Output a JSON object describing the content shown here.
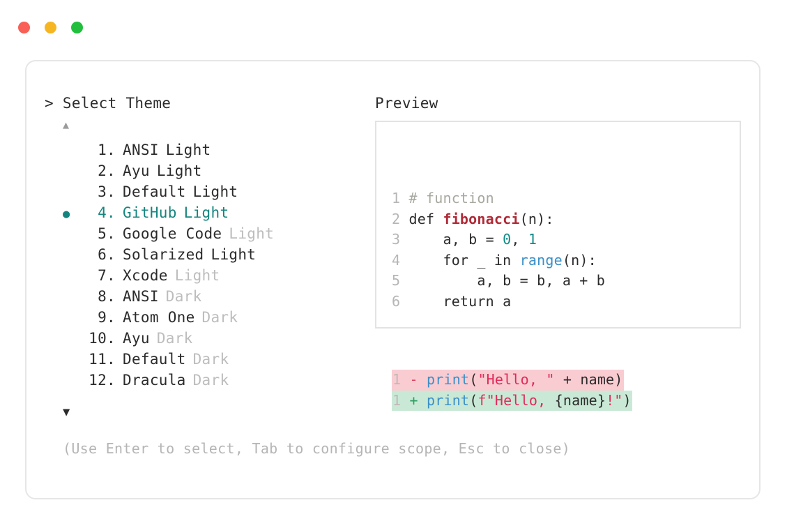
{
  "window": {
    "traffic_lights": [
      {
        "name": "close",
        "color": "#f95f56"
      },
      {
        "name": "minimize",
        "color": "#f5b622"
      },
      {
        "name": "maximize",
        "color": "#21bf3d"
      }
    ]
  },
  "left_panel": {
    "prompt": "> Select Theme",
    "scroll_up_icon": "▲",
    "scroll_down_icon": "▼",
    "selected_index": 4,
    "bullet_glyph": "●",
    "accent_color": "#15847e",
    "items": [
      {
        "num": " 1.",
        "name": "ANSI",
        "suffix": "Light",
        "suffix_dim": false
      },
      {
        "num": " 2.",
        "name": "Ayu",
        "suffix": "Light",
        "suffix_dim": false
      },
      {
        "num": " 3.",
        "name": "Default",
        "suffix": "Light",
        "suffix_dim": false
      },
      {
        "num": " 4.",
        "name": "GitHub",
        "suffix": "Light",
        "suffix_dim": false
      },
      {
        "num": " 5.",
        "name": "Google Code",
        "suffix": "Light",
        "suffix_dim": true
      },
      {
        "num": " 6.",
        "name": "Solarized",
        "suffix": "Light",
        "suffix_dim": false
      },
      {
        "num": " 7.",
        "name": "Xcode",
        "suffix": "Light",
        "suffix_dim": true
      },
      {
        "num": " 8.",
        "name": "ANSI",
        "suffix": "Dark",
        "suffix_dim": true
      },
      {
        "num": " 9.",
        "name": "Atom One",
        "suffix": "Dark",
        "suffix_dim": true
      },
      {
        "num": "10.",
        "name": "Ayu",
        "suffix": "Dark",
        "suffix_dim": true
      },
      {
        "num": "11.",
        "name": "Default",
        "suffix": "Dark",
        "suffix_dim": true
      },
      {
        "num": "12.",
        "name": "Dracula",
        "suffix": "Dark",
        "suffix_dim": true
      }
    ],
    "hint": "(Use Enter to select, Tab to configure scope, Esc to close)"
  },
  "right_panel": {
    "title": "Preview",
    "code_lines": [
      {
        "gutter": "1",
        "tokens": [
          {
            "t": "# function",
            "c": "com"
          }
        ]
      },
      {
        "gutter": "2",
        "tokens": [
          {
            "t": "def ",
            "c": "kw"
          },
          {
            "t": "fibonacci",
            "c": "fn"
          },
          {
            "t": "(n):",
            "c": "pl"
          }
        ]
      },
      {
        "gutter": "3",
        "tokens": [
          {
            "t": "    a, b = ",
            "c": "pl"
          },
          {
            "t": "0",
            "c": "num"
          },
          {
            "t": ", ",
            "c": "pl"
          },
          {
            "t": "1",
            "c": "num"
          }
        ]
      },
      {
        "gutter": "4",
        "tokens": [
          {
            "t": "    for _ in ",
            "c": "kw"
          },
          {
            "t": "range",
            "c": "bi"
          },
          {
            "t": "(n):",
            "c": "pl"
          }
        ]
      },
      {
        "gutter": "5",
        "tokens": [
          {
            "t": "        a, b = b, a + b",
            "c": "pl"
          }
        ]
      },
      {
        "gutter": "6",
        "tokens": [
          {
            "t": "    return a",
            "c": "kw"
          }
        ]
      }
    ],
    "diff_lines": [
      {
        "gutter": "1",
        "kind": "minus",
        "marker": "-",
        "bg_color": "#f9ccd2",
        "tokens": [
          {
            "t": "print",
            "c": "bi"
          },
          {
            "t": "(",
            "c": "pl"
          },
          {
            "t": "\"Hello, \"",
            "c": "str"
          },
          {
            "t": " + name)",
            "c": "pl"
          }
        ]
      },
      {
        "gutter": "1",
        "kind": "plus",
        "marker": "+",
        "bg_color": "#c9e9d6",
        "tokens": [
          {
            "t": "print",
            "c": "bi"
          },
          {
            "t": "(",
            "c": "pl"
          },
          {
            "t": "f\"Hello, ",
            "c": "str"
          },
          {
            "t": "{name}",
            "c": "pl"
          },
          {
            "t": "!\"",
            "c": "str"
          },
          {
            "t": ")",
            "c": "pl"
          }
        ]
      }
    ]
  }
}
